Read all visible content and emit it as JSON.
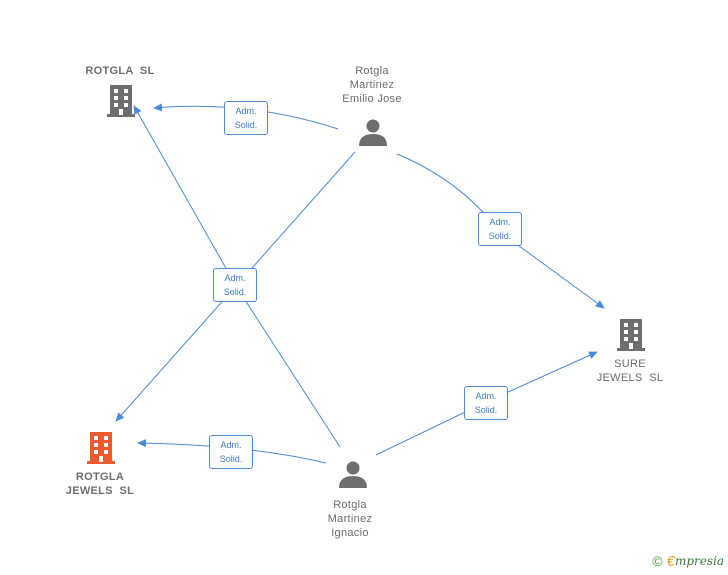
{
  "colors": {
    "edge": "#4a8ad8",
    "person_icon": "#6e6e6e",
    "company_icon": "#6e6e6e",
    "main_company_icon": "#f05a2a",
    "brand_green": "#3a9a3a",
    "brand_orange": "#e8a020"
  },
  "nodes": {
    "rotgla_sl": {
      "lines": [
        "ROTGLA  SL"
      ],
      "icon": "building-icon"
    },
    "rotgla_jewels_sl": {
      "lines": [
        "ROTGLA",
        "JEWELS  SL"
      ],
      "icon": "building-icon"
    },
    "sure_jewels_sl": {
      "lines": [
        "SURE",
        "JEWELS  SL"
      ],
      "icon": "building-icon"
    },
    "emilio_jose": {
      "lines": [
        "Rotgla",
        "Martinez",
        "Emilio Jose"
      ],
      "icon": "person-icon"
    },
    "ignacio": {
      "lines": [
        "Rotgla",
        "Martinez",
        "Ignacio"
      ],
      "icon": "person-icon"
    }
  },
  "edge_labels": {
    "emilio_to_rotgla_sl": [
      "Adm.",
      "Solid."
    ],
    "emilio_to_sure": [
      "Adm.",
      "Solid."
    ],
    "center_cross": [
      "Adm.",
      "Solid."
    ],
    "ignacio_to_rotgla_jewels": [
      "Adm.",
      "Solid."
    ],
    "ignacio_to_sure": [
      "Adm.",
      "Solid."
    ]
  },
  "footer": {
    "copyright": "©",
    "brand_first": "€",
    "brand_rest": "mpresia"
  }
}
